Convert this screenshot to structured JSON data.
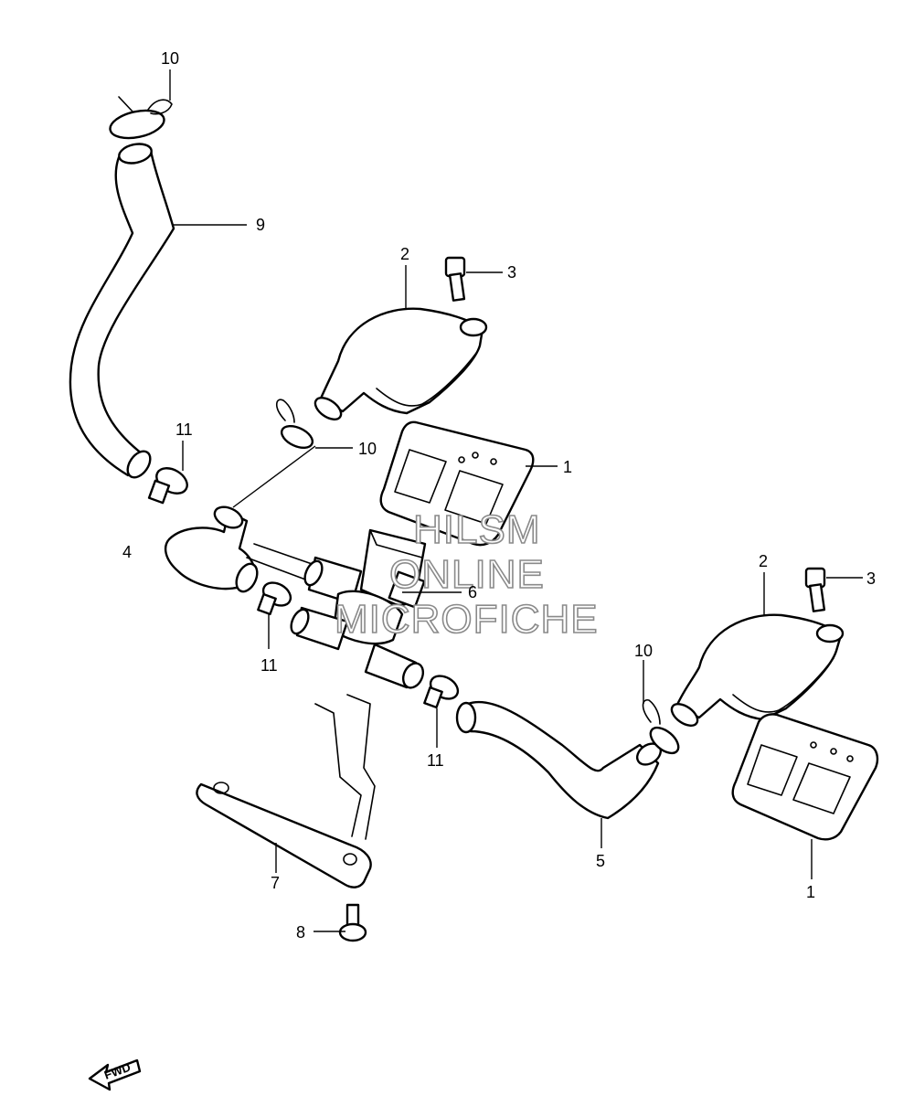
{
  "callouts": {
    "c1a": "1",
    "c1b": "1",
    "c2a": "2",
    "c2b": "2",
    "c3a": "3",
    "c3b": "3",
    "c4": "4",
    "c5": "5",
    "c6": "6",
    "c7": "7",
    "c8": "8",
    "c9": "9",
    "c10a": "10",
    "c10b": "10",
    "c10c": "10",
    "c11a": "11",
    "c11b": "11",
    "c11c": "11"
  },
  "watermark": {
    "line1": "HILSM",
    "line2": "ONLINE",
    "line3": "MICROFICHE"
  },
  "fwd_label": "FWD"
}
